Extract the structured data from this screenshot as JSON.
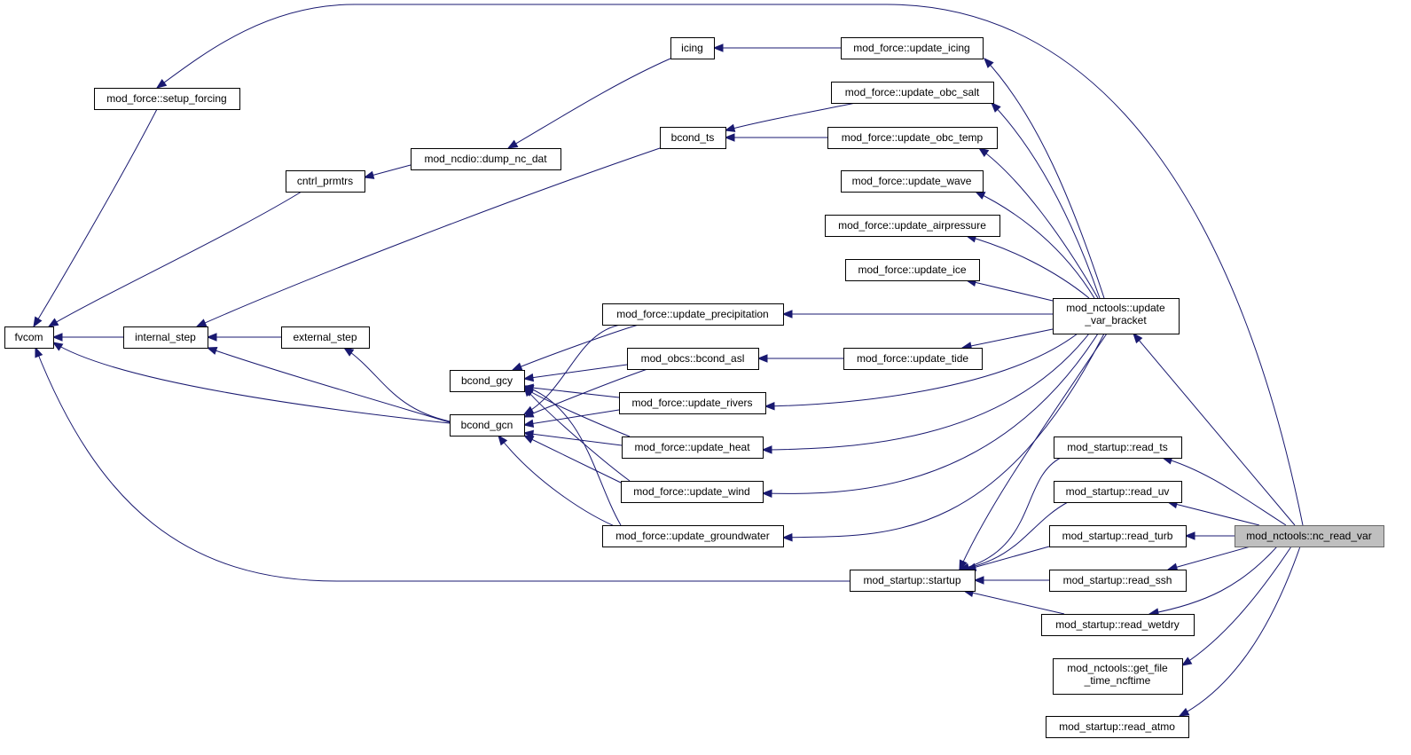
{
  "graph": {
    "colors": {
      "edge": "#191970",
      "node_border": "#000000",
      "root_fill": "#bfbfbf",
      "root_border": "#666666"
    },
    "nodes": [
      {
        "id": "fvcom",
        "lines": [
          "fvcom"
        ]
      },
      {
        "id": "setup_forcing",
        "lines": [
          "mod_force::setup_forcing"
        ]
      },
      {
        "id": "internal_step",
        "lines": [
          "internal_step"
        ]
      },
      {
        "id": "cntrl_prmtrs",
        "lines": [
          "cntrl_prmtrs"
        ]
      },
      {
        "id": "external_step",
        "lines": [
          "external_step"
        ]
      },
      {
        "id": "dump_nc_dat",
        "lines": [
          "mod_ncdio::dump_nc_dat"
        ]
      },
      {
        "id": "icing",
        "lines": [
          "icing"
        ]
      },
      {
        "id": "bcond_ts",
        "lines": [
          "bcond_ts"
        ]
      },
      {
        "id": "bcond_gcy",
        "lines": [
          "bcond_gcy"
        ]
      },
      {
        "id": "bcond_gcn",
        "lines": [
          "bcond_gcn"
        ]
      },
      {
        "id": "update_icing",
        "lines": [
          "mod_force::update_icing"
        ]
      },
      {
        "id": "update_obc_salt",
        "lines": [
          "mod_force::update_obc_salt"
        ]
      },
      {
        "id": "update_obc_temp",
        "lines": [
          "mod_force::update_obc_temp"
        ]
      },
      {
        "id": "update_wave",
        "lines": [
          "mod_force::update_wave"
        ]
      },
      {
        "id": "update_airpressure",
        "lines": [
          "mod_force::update_airpressure"
        ]
      },
      {
        "id": "update_ice",
        "lines": [
          "mod_force::update_ice"
        ]
      },
      {
        "id": "update_precipitation",
        "lines": [
          "mod_force::update_precipitation"
        ]
      },
      {
        "id": "bcond_asl",
        "lines": [
          "mod_obcs::bcond_asl"
        ]
      },
      {
        "id": "update_tide",
        "lines": [
          "mod_force::update_tide"
        ]
      },
      {
        "id": "update_rivers",
        "lines": [
          "mod_force::update_rivers"
        ]
      },
      {
        "id": "update_heat",
        "lines": [
          "mod_force::update_heat"
        ]
      },
      {
        "id": "update_wind",
        "lines": [
          "mod_force::update_wind"
        ]
      },
      {
        "id": "update_groundwater",
        "lines": [
          "mod_force::update_groundwater"
        ]
      },
      {
        "id": "startup",
        "lines": [
          "mod_startup::startup"
        ]
      },
      {
        "id": "update_var_bracket",
        "lines": [
          "mod_nctools::update",
          "_var_bracket"
        ]
      },
      {
        "id": "read_ts",
        "lines": [
          "mod_startup::read_ts"
        ]
      },
      {
        "id": "read_uv",
        "lines": [
          "mod_startup::read_uv"
        ]
      },
      {
        "id": "read_turb",
        "lines": [
          "mod_startup::read_turb"
        ]
      },
      {
        "id": "read_ssh",
        "lines": [
          "mod_startup::read_ssh"
        ]
      },
      {
        "id": "read_wetdry",
        "lines": [
          "mod_startup::read_wetdry"
        ]
      },
      {
        "id": "get_file_time",
        "lines": [
          "mod_nctools::get_file",
          "_time_ncftime"
        ]
      },
      {
        "id": "read_atmo",
        "lines": [
          "mod_startup::read_atmo"
        ]
      },
      {
        "id": "nc_read_var",
        "lines": [
          "mod_nctools::nc_read_var"
        ],
        "root": true
      }
    ],
    "edges": [
      {
        "from": "setup_forcing",
        "to": "fvcom"
      },
      {
        "from": "internal_step",
        "to": "fvcom"
      },
      {
        "from": "cntrl_prmtrs",
        "to": "fvcom"
      },
      {
        "from": "bcond_gcn",
        "to": "fvcom"
      },
      {
        "from": "startup",
        "to": "fvcom"
      },
      {
        "from": "bcond_ts",
        "to": "internal_step"
      },
      {
        "from": "external_step",
        "to": "internal_step"
      },
      {
        "from": "bcond_gcn",
        "to": "internal_step"
      },
      {
        "from": "dump_nc_dat",
        "to": "cntrl_prmtrs"
      },
      {
        "from": "icing",
        "to": "dump_nc_dat"
      },
      {
        "from": "bcond_gcn",
        "to": "external_step"
      },
      {
        "from": "update_icing",
        "to": "icing"
      },
      {
        "from": "update_obc_salt",
        "to": "bcond_ts"
      },
      {
        "from": "update_obc_temp",
        "to": "bcond_ts"
      },
      {
        "from": "update_precipitation",
        "to": "bcond_gcy"
      },
      {
        "from": "bcond_asl",
        "to": "bcond_gcy"
      },
      {
        "from": "update_rivers",
        "to": "bcond_gcy"
      },
      {
        "from": "update_heat",
        "to": "bcond_gcy"
      },
      {
        "from": "update_wind",
        "to": "bcond_gcy"
      },
      {
        "from": "update_groundwater",
        "to": "bcond_gcy"
      },
      {
        "from": "update_precipitation",
        "to": "bcond_gcn"
      },
      {
        "from": "bcond_asl",
        "to": "bcond_gcn"
      },
      {
        "from": "update_rivers",
        "to": "bcond_gcn"
      },
      {
        "from": "update_heat",
        "to": "bcond_gcn"
      },
      {
        "from": "update_wind",
        "to": "bcond_gcn"
      },
      {
        "from": "update_groundwater",
        "to": "bcond_gcn"
      },
      {
        "from": "update_tide",
        "to": "bcond_asl"
      },
      {
        "from": "update_var_bracket",
        "to": "update_icing"
      },
      {
        "from": "update_var_bracket",
        "to": "update_obc_salt"
      },
      {
        "from": "update_var_bracket",
        "to": "update_obc_temp"
      },
      {
        "from": "update_var_bracket",
        "to": "update_wave"
      },
      {
        "from": "update_var_bracket",
        "to": "update_airpressure"
      },
      {
        "from": "update_var_bracket",
        "to": "update_ice"
      },
      {
        "from": "update_var_bracket",
        "to": "update_precipitation"
      },
      {
        "from": "update_var_bracket",
        "to": "update_tide"
      },
      {
        "from": "update_var_bracket",
        "to": "update_rivers"
      },
      {
        "from": "update_var_bracket",
        "to": "update_heat"
      },
      {
        "from": "update_var_bracket",
        "to": "update_wind"
      },
      {
        "from": "update_var_bracket",
        "to": "update_groundwater"
      },
      {
        "from": "update_var_bracket",
        "to": "startup"
      },
      {
        "from": "read_ts",
        "to": "startup"
      },
      {
        "from": "read_uv",
        "to": "startup"
      },
      {
        "from": "read_turb",
        "to": "startup"
      },
      {
        "from": "read_ssh",
        "to": "startup"
      },
      {
        "from": "read_wetdry",
        "to": "startup"
      },
      {
        "from": "nc_read_var",
        "to": "setup_forcing"
      },
      {
        "from": "nc_read_var",
        "to": "update_var_bracket"
      },
      {
        "from": "nc_read_var",
        "to": "read_ts"
      },
      {
        "from": "nc_read_var",
        "to": "read_uv"
      },
      {
        "from": "nc_read_var",
        "to": "read_turb"
      },
      {
        "from": "nc_read_var",
        "to": "read_ssh"
      },
      {
        "from": "nc_read_var",
        "to": "read_wetdry"
      },
      {
        "from": "nc_read_var",
        "to": "get_file_time"
      },
      {
        "from": "nc_read_var",
        "to": "read_atmo"
      }
    ]
  }
}
